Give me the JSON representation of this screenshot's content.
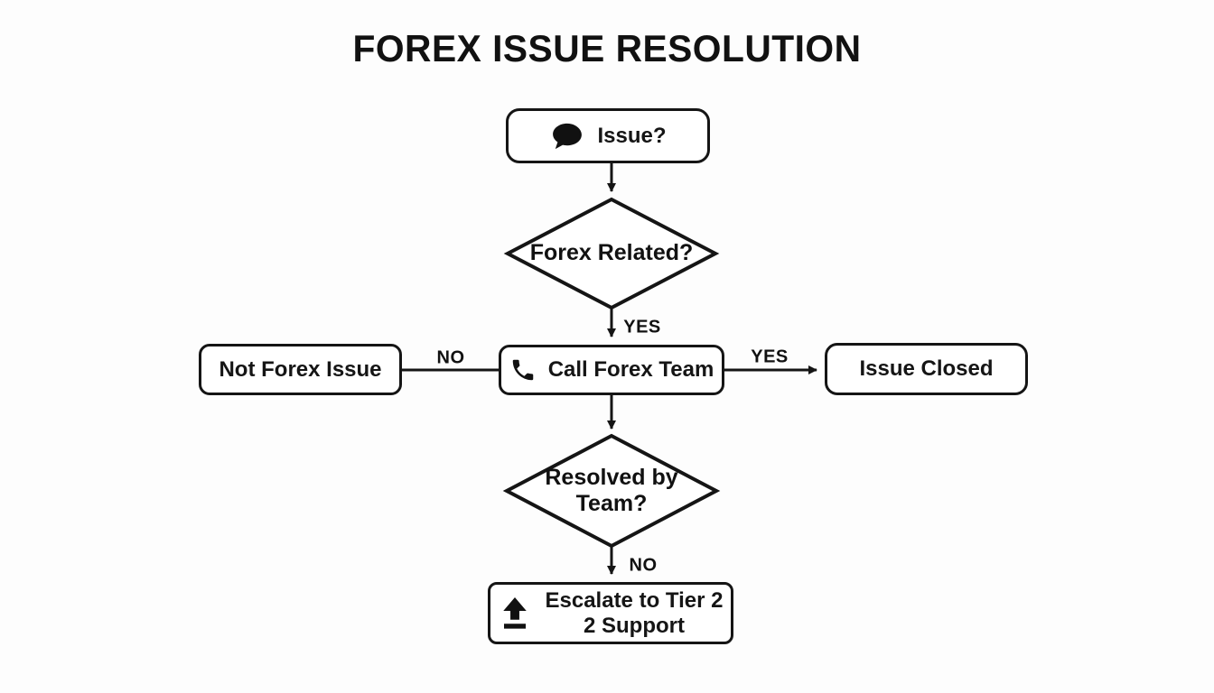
{
  "title": "FOREX ISSUE RESOLUTION",
  "colors": {
    "background": "#fdfdfd",
    "node_fill": "#ffffff",
    "stroke": "#151515",
    "text": "#111111"
  },
  "nodes": {
    "issue": {
      "label": "Issue?",
      "icon": "chat-bubble-icon",
      "shape": "rounded-rect"
    },
    "forex_related": {
      "label": "Forex Related?",
      "shape": "diamond"
    },
    "not_forex": {
      "label": "Not Forex Issue",
      "shape": "rounded-rect"
    },
    "call_forex": {
      "label": "Call Forex Team",
      "icon": "phone-icon",
      "shape": "rounded-rect"
    },
    "issue_closed": {
      "label": "Issue Closed",
      "shape": "rounded-rect"
    },
    "resolved": {
      "label_line1": "Resolved by",
      "label_line2": "Team?",
      "shape": "diamond"
    },
    "escalate": {
      "label_line1": "Escalate to Tier 2",
      "label_line2": "2 Support",
      "icon": "upload-icon",
      "shape": "rounded-rect"
    }
  },
  "edge_labels": {
    "forex_related_yes": "YES",
    "forex_related_no": "NO",
    "call_forex_yes": "YES",
    "resolved_no": "NO"
  }
}
